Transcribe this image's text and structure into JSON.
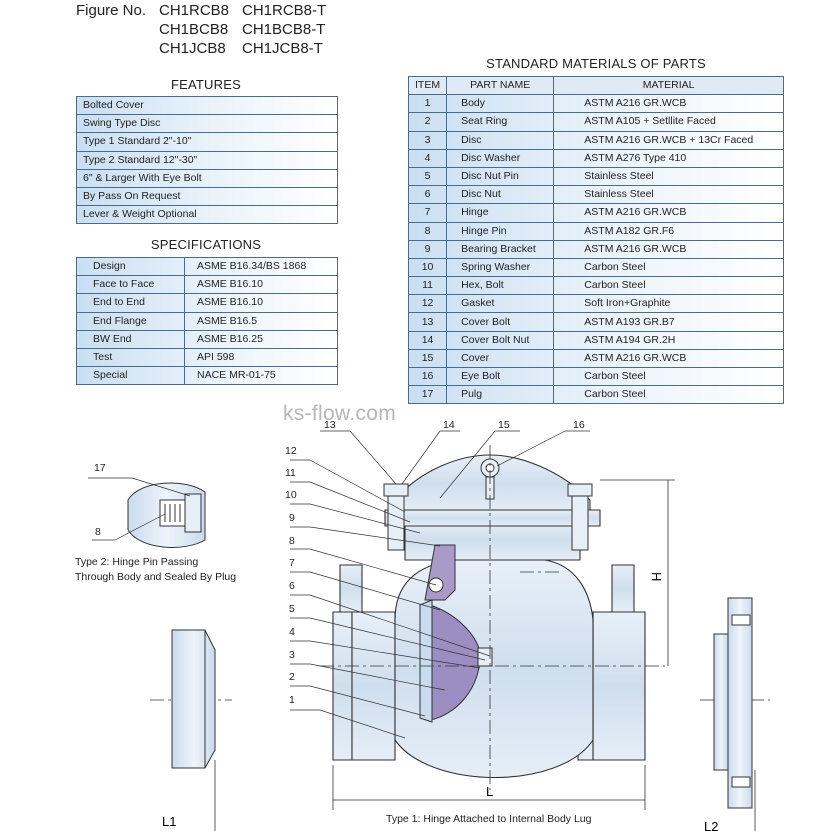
{
  "figure": {
    "label": "Figure No.",
    "models": [
      "CH1RCB8",
      "CH1RCB8-T",
      "CH1BCB8",
      "CH1BCB8-T",
      "CH1JCB8",
      "CH1JCB8-T"
    ]
  },
  "features": {
    "title": "FEATURES",
    "items": [
      "Bolted Cover",
      "Swing Type Disc",
      "Type 1 Standard 2\"-10\"",
      "Type 2 Standard 12\"-30\"",
      "6\" & Larger With Eye Bolt",
      "By Pass On Request",
      "Lever & Weight Optional"
    ]
  },
  "specifications": {
    "title": "SPECIFICATIONS",
    "rows": [
      [
        "Design",
        "ASME B16.34/BS 1868"
      ],
      [
        "Face to Face",
        "ASME B16.10"
      ],
      [
        "End to End",
        "ASME B16.10"
      ],
      [
        "End Flange",
        "ASME B16.5"
      ],
      [
        "BW End",
        "ASME B16.25"
      ],
      [
        "Test",
        "API 598"
      ],
      [
        "Special",
        "NACE MR-01-75"
      ]
    ]
  },
  "parts": {
    "title": "STANDARD MATERIALS OF PARTS",
    "headers": [
      "ITEM",
      "PART NAME",
      "MATERIAL"
    ],
    "rows": [
      [
        "1",
        "Body",
        "ASTM A216 GR.WCB"
      ],
      [
        "2",
        "Seat Ring",
        "ASTM A105 + Setllite Faced"
      ],
      [
        "3",
        "Disc",
        "ASTM A216 GR.WCB + 13Cr Faced"
      ],
      [
        "4",
        "Disc Washer",
        "ASTM A276 Type 410"
      ],
      [
        "5",
        "Disc Nut Pin",
        "Stainless Steel"
      ],
      [
        "6",
        "Disc Nut",
        "Stainless Steel"
      ],
      [
        "7",
        "Hinge",
        "ASTM A216 GR.WCB"
      ],
      [
        "8",
        "Hinge Pin",
        "ASTM A182 GR.F6"
      ],
      [
        "9",
        "Bearing Bracket",
        "ASTM A216 GR.WCB"
      ],
      [
        "10",
        "Spring Washer",
        "Carbon Steel"
      ],
      [
        "11",
        "Hex, Bolt",
        "Carbon Steel"
      ],
      [
        "12",
        "Gasket",
        "Soft Iron+Graphite"
      ],
      [
        "13",
        "Cover Bolt",
        "ASTM A193 GR.B7"
      ],
      [
        "14",
        "Cover Bolt Nut",
        "ASTM A194 GR.2H"
      ],
      [
        "15",
        "Cover",
        "ASTM A216 GR.WCB"
      ],
      [
        "16",
        "Eye Bolt",
        "Carbon Steel"
      ],
      [
        "17",
        "Pulg",
        "Carbon Steel"
      ]
    ]
  },
  "watermark": "ks-flow.com",
  "drawing": {
    "callouts": [
      "1",
      "2",
      "3",
      "4",
      "5",
      "6",
      "7",
      "8",
      "9",
      "10",
      "11",
      "12",
      "13",
      "14",
      "15",
      "16"
    ],
    "dim_h": "H",
    "dim_l": "L",
    "dim_l1": "L1",
    "dim_l2": "L2",
    "caption_type1": "Type 1: Hinge Attached to Internal Body Lug",
    "detail_callouts": [
      "17",
      "8"
    ],
    "caption_type2_line1": "Type 2: Hinge Pin Passing",
    "caption_type2_line2": "Through Body and Sealed By Plug"
  },
  "colors": {
    "table_border": "#4a6b8a",
    "table_fill": "#c9dff2",
    "body_fill": "#dde8f3",
    "disc_fill": "#9c8ec2",
    "line": "#333333"
  }
}
